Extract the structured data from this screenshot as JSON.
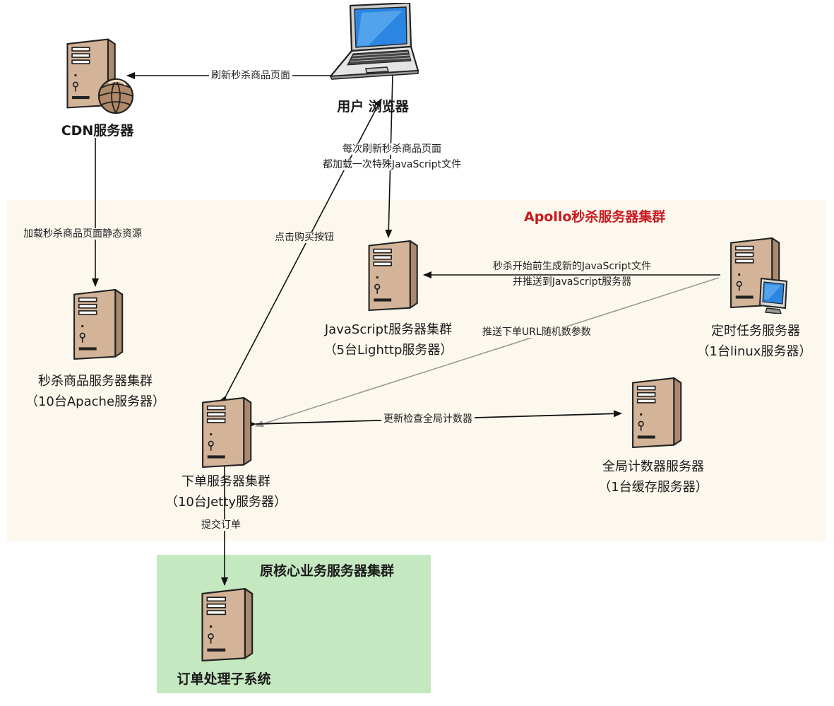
{
  "zones": {
    "apollo": {
      "title": "Apollo秒杀服务器集群",
      "color": "#c8191e"
    },
    "core": {
      "title": "原核心业务服务器集群"
    }
  },
  "nodes": {
    "browser": {
      "label": "用户 浏览器",
      "icon": "laptop-icon"
    },
    "cdn": {
      "label": "CDN服务器",
      "icon": "server-globe-icon"
    },
    "product": {
      "label_line1": "秒杀商品服务器集群",
      "label_line2": "（10台Apache服务器）",
      "icon": "server-icon"
    },
    "javascript": {
      "label_line1": "JavaScript服务器集群",
      "label_line2": "（5台Lighttp服务器）",
      "icon": "server-icon"
    },
    "scheduler": {
      "label_line1": "定时任务服务器",
      "label_line2": "（1台linux服务器）",
      "icon": "server-monitor-icon"
    },
    "order": {
      "label_line1": "下单服务器集群",
      "label_line2": "（10台Jetty服务器）",
      "icon": "server-icon"
    },
    "counter": {
      "label_line1": "全局计数器服务器",
      "label_line2": "（1台缓存服务器）",
      "icon": "server-icon"
    },
    "order_system": {
      "label": "订单处理子系统",
      "icon": "server-icon"
    }
  },
  "edges": {
    "refresh_page": "刷新秒杀商品页面",
    "load_js_line1": "每次刷新秒杀商品页面",
    "load_js_line2": "都加载一次特殊JavaScript文件",
    "load_static": "加载秒杀商品页面静态资源",
    "click_buy": "点击购买按钮",
    "generate_js_line1": "秒杀开始前生成新的JavaScript文件",
    "generate_js_line2": "并推送到JavaScript服务器",
    "push_random": "推送下单URL随机数参数",
    "update_counter": "更新检查全局计数器",
    "submit_order": "提交订单"
  }
}
